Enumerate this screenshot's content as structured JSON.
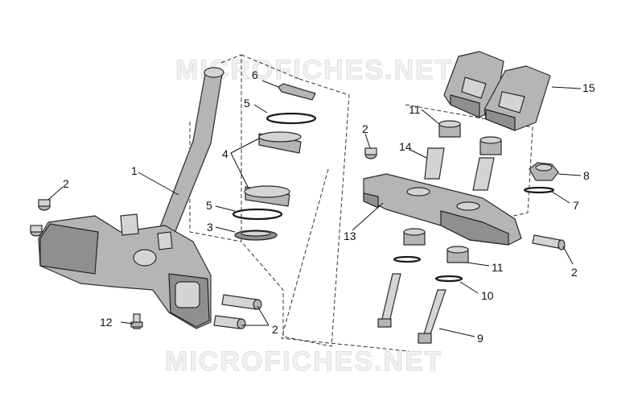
{
  "watermarks": [
    "MICROFICHES.NET",
    "MICROFICHES.NET"
  ],
  "callouts": {
    "c1": "1",
    "c2a": "2",
    "c2b": "2",
    "c2c": "2",
    "c2d": "2",
    "c3": "3",
    "c4": "4",
    "c5a": "5",
    "c5b": "5",
    "c6": "6",
    "c7": "7",
    "c8": "8",
    "c9": "9",
    "c10": "10",
    "c11a": "11",
    "c11b": "11",
    "c12": "12",
    "c13": "13",
    "c14": "14",
    "c15": "15"
  }
}
